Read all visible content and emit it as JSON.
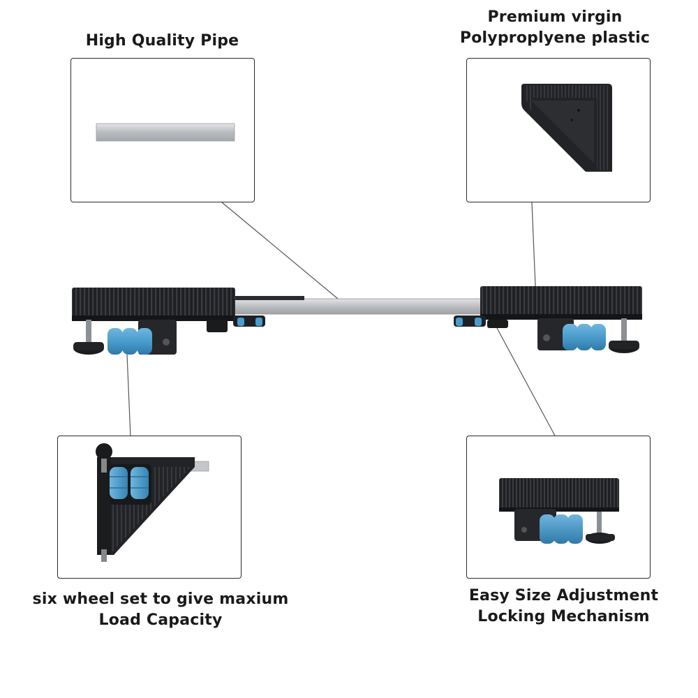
{
  "callouts": {
    "pipe": {
      "title": "High Quality Pipe"
    },
    "plastic": {
      "line1": "Premium virgin",
      "line2": "Polyproplyene plastic"
    },
    "wheels": {
      "line1": "six wheel set to give maxium",
      "line2": "Load Capacity"
    },
    "locking": {
      "line1": "Easy Size Adjustment",
      "line2": "Locking Mechanism"
    }
  },
  "colors": {
    "plastic": "#1e1f22",
    "wheel": "#4a9ccc",
    "pipe": "#c4c6c9",
    "leader": "#555555"
  }
}
